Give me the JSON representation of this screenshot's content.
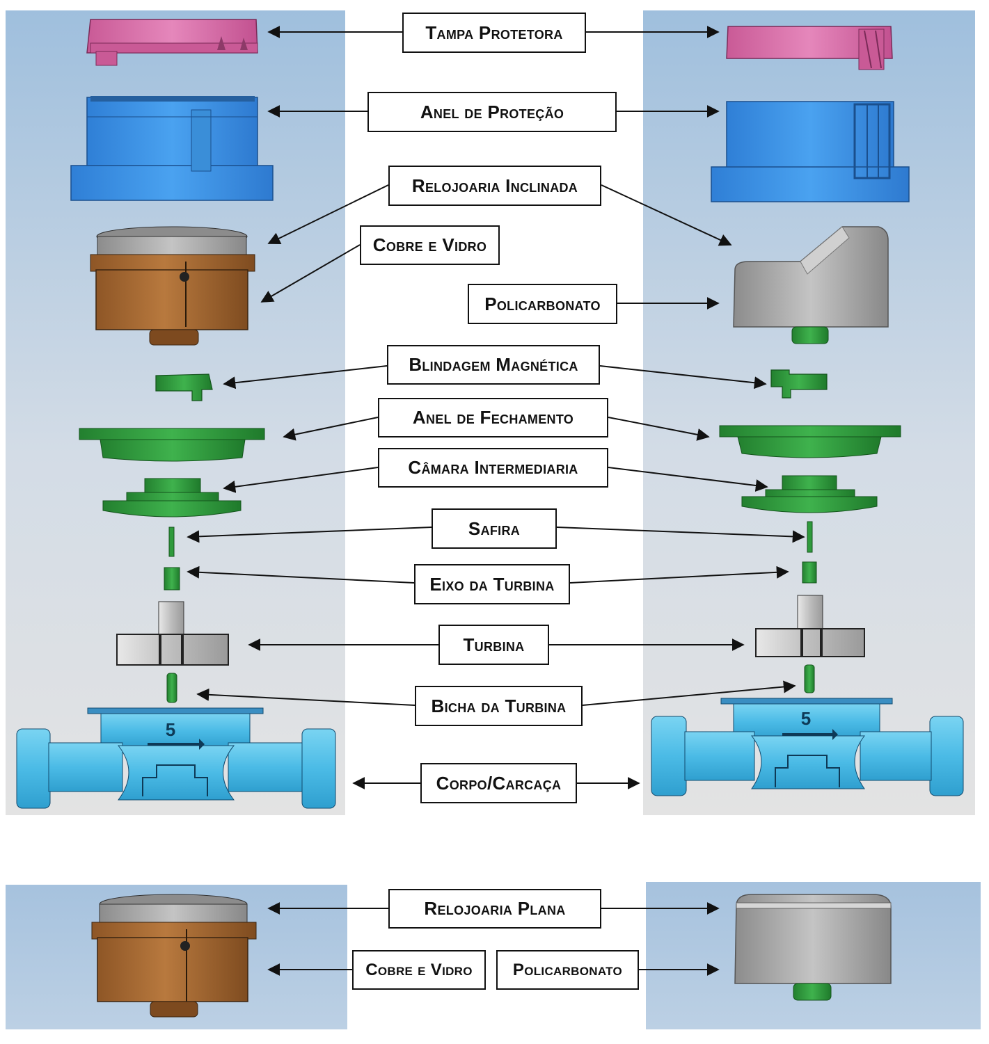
{
  "labels": {
    "tampa_protetora": "Tampa Protetora",
    "anel_protecao": "Anel de Proteção",
    "relojoaria_inclinada": "Relojoaria Inclinada",
    "cobre_vidro": "Cobre e Vidro",
    "policarbonato": "Policarbonato",
    "blindagem_magnetica": "Blindagem Magnética",
    "anel_fechamento": "Anel de Fechamento",
    "camara_intermediaria": "Câmara Intermediaria",
    "safira": "Safira",
    "eixo_turbina": "Eixo da Turbina",
    "turbina": "Turbina",
    "bicha_turbina": "Bicha da Turbina",
    "corpo_carcaca": "Corpo/Carcaça",
    "relojoaria_plana": "Relojoaria Plana",
    "cobre_vidro_plana": "Cobre e Vidro",
    "policarbonato_plana": "Policarbonato"
  },
  "body_marking": "5",
  "colors": {
    "panel_top": "#a5c3df",
    "panel_bottom": "#e2e2e2",
    "pink": "#d46aa3",
    "blue": "#3b8fe0",
    "copper": "#a86c34",
    "gray": "#a9a9a9",
    "green": "#2f9a3c",
    "cyan": "#58c4ea"
  }
}
